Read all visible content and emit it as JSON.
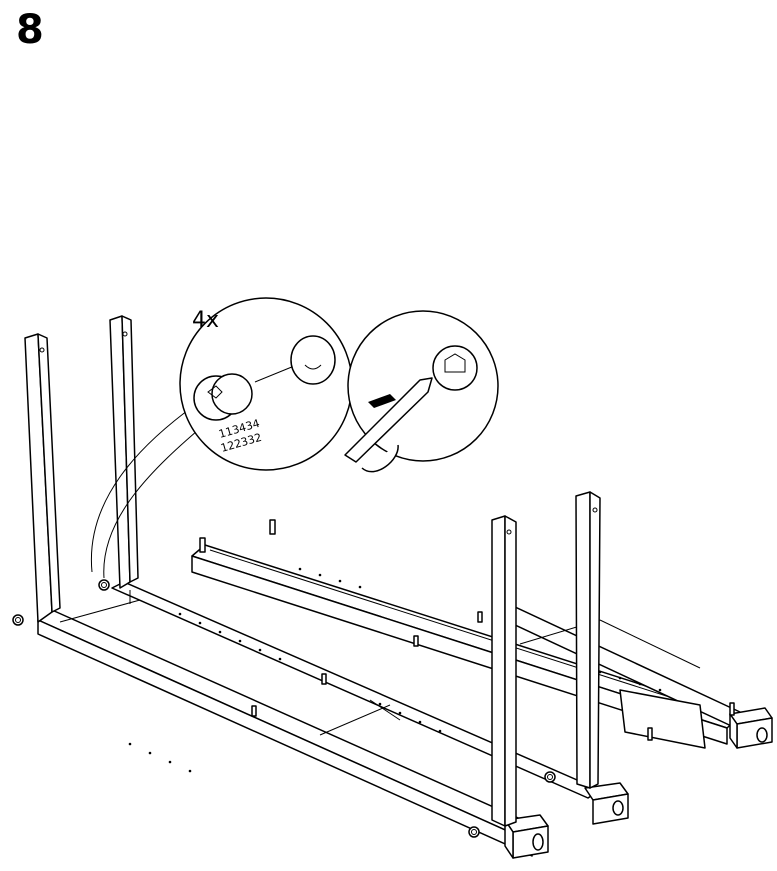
{
  "step": {
    "number": "8"
  },
  "detail": {
    "quantity": "4x",
    "part_numbers": [
      "113434",
      "122332"
    ]
  }
}
